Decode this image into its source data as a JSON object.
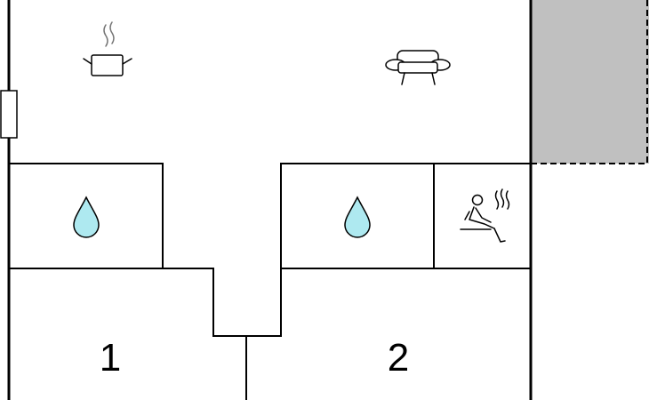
{
  "floorplan": {
    "rooms": [
      {
        "id": "kitchen-living",
        "icons": [
          "cooking-pot-icon",
          "sofa-icon"
        ]
      },
      {
        "id": "bathroom-1",
        "icons": [
          "water-drop-icon"
        ]
      },
      {
        "id": "bathroom-2",
        "icons": [
          "water-drop-icon"
        ]
      },
      {
        "id": "sauna",
        "icons": [
          "sauna-icon"
        ]
      },
      {
        "id": "bedroom-1",
        "label": "1"
      },
      {
        "id": "bedroom-2",
        "label": "2"
      },
      {
        "id": "terrace",
        "icons": []
      }
    ],
    "colors": {
      "wall": "#000000",
      "water": "#aee9f0",
      "terrace": "#c0c0c0",
      "background": "#ffffff"
    }
  }
}
